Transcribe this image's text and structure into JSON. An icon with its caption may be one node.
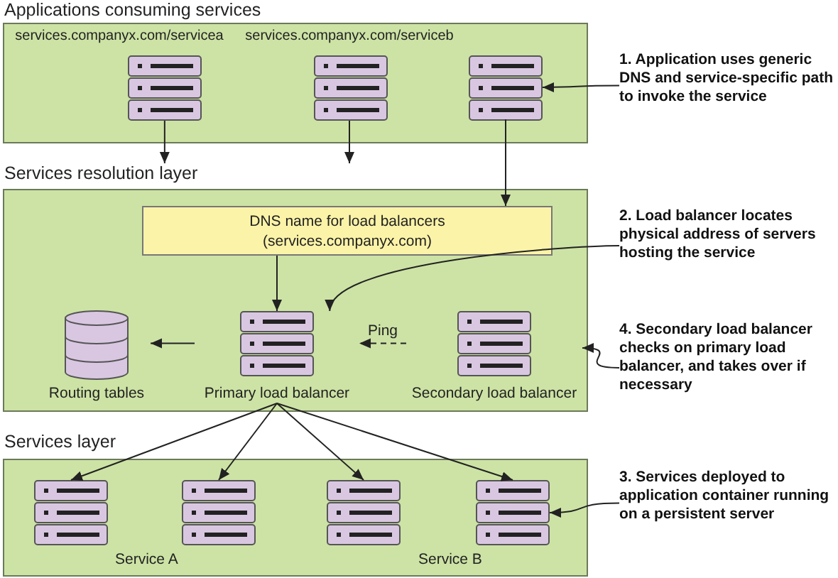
{
  "diagram": {
    "nodes": [
      {
        "text": [
          "Applications consuming services"
        ]
      },
      {
        "text": [
          "services.companyx.com/servicea"
        ],
        "in": 0
      },
      {
        "text": [
          "services.companyx.com/serviceb"
        ],
        "in": 0
      },
      {
        "text": [],
        "shape": "box",
        "in": 0
      },
      {
        "text": [
          "Services resolution layer"
        ]
      },
      {
        "text": [
          "DNS name for load balancers (services.companyx.com)"
        ],
        "in": 4
      },
      {
        "text": [
          "Routing tables"
        ],
        "in": 4
      },
      {
        "text": [
          "Primary load balancer"
        ],
        "in": 4
      },
      {
        "text": [
          "Secondary load balancer"
        ],
        "in": 4
      },
      {
        "text": [
          "Services layer"
        ]
      },
      {
        "text": [],
        "shape": "box",
        "in": 9
      },
      {
        "text": [],
        "shape": "box",
        "in": 9
      },
      {
        "text": [],
        "shape": "box",
        "in": 9
      },
      {
        "text": [],
        "shape": "box",
        "in": 9
      },
      {
        "text": [
          "1. Application uses generic DNS and service-specific path to invoke the service"
        ]
      },
      {
        "text": [
          "2. Load balancer locates physical address of servers hosting the service"
        ]
      },
      {
        "text": [
          "4. Secondary load balancer checks on primary load balancer, and takes over if necessary"
        ]
      },
      {
        "text": [
          "3. Services deployed to application container running on a persistent server"
        ]
      }
    ],
    "edges": [
      {
        "from": 1,
        "to": 4,
        "arrow": "to"
      },
      {
        "from": 2,
        "to": 4,
        "arrow": "to"
      },
      {
        "from": 3,
        "to": 5,
        "arrow": "to"
      },
      {
        "from": 5,
        "to": 7,
        "arrow": "to"
      },
      {
        "from": 7,
        "to": 6,
        "arrow": "to"
      },
      {
        "from": 8,
        "to": 7,
        "arrow": "to",
        "label": "Ping",
        "style": "dashed"
      },
      {
        "from": 7,
        "to": 10,
        "arrow": "to"
      },
      {
        "from": 7,
        "to": 11,
        "arrow": "to"
      },
      {
        "from": 7,
        "to": 12,
        "arrow": "to"
      },
      {
        "from": 7,
        "to": 13,
        "arrow": "to"
      },
      {
        "from": 14,
        "to": 3,
        "arrow": "to"
      },
      {
        "from": 15,
        "to": 7,
        "arrow": "to"
      },
      {
        "from": 16,
        "to": 8,
        "arrow": "to"
      },
      {
        "from": 17,
        "to": 13,
        "arrow": "to"
      }
    ],
    "labels": [
      "Service A",
      "Service B"
    ]
  }
}
